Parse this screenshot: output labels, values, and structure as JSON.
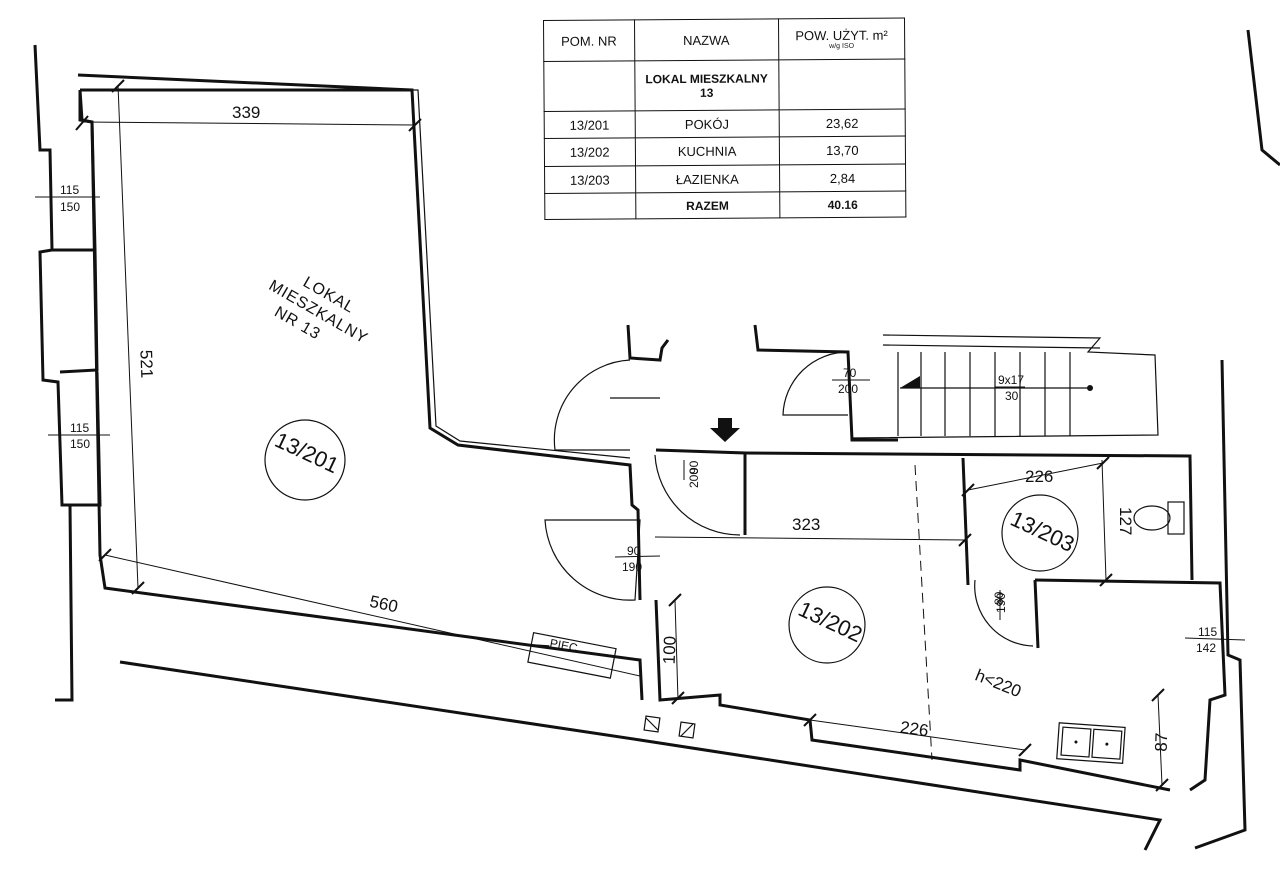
{
  "table": {
    "headers": {
      "number": "POM. NR",
      "name": "NAZWA",
      "area": "POW. UŻYT. m²",
      "area_note": "w/g ISO"
    },
    "unit_title_line1": "LOKAL MIESZKALNY",
    "unit_title_line2": "13",
    "rows": [
      {
        "number": "13/201",
        "name": "POKÓJ",
        "area": "23,62"
      },
      {
        "number": "13/202",
        "name": "KUCHNIA",
        "area": "13,70"
      },
      {
        "number": "13/203",
        "name": "ŁAZIENKA",
        "area": "2,84"
      }
    ],
    "total_label": "RAZEM",
    "total_value": "40.16"
  },
  "plan": {
    "unit_label": [
      "LOKAL",
      "MIESZKALNY",
      "NR 13"
    ],
    "rooms": {
      "pokoj": "13/201",
      "kuchnia": "13/202",
      "lazienka": "13/203"
    },
    "dims": {
      "pokoj_width": "339",
      "pokoj_height": "521",
      "pokoj_bottom": "560",
      "kuchnia_width": "323",
      "kuchnia_depth": "100",
      "kuchnia_bottom": "226",
      "lazienka_width": "226",
      "lazienka_depth": "127",
      "sink_depth": "87",
      "ceiling": "h<220"
    },
    "openings": {
      "win1_top": "115",
      "win1_bot": "150",
      "win2_top": "115",
      "win2_bot": "150",
      "win3_top": "115",
      "win3_bot": "142",
      "door_entry_top": "90",
      "door_entry_bot": "200",
      "door_stair_top": "70",
      "door_stair_bot": "200",
      "door_room_top": "90",
      "door_room_bot": "190",
      "door_bath_top": "80",
      "door_bath_bot": "190",
      "stairs_top": "9x17",
      "stairs_bot": "30"
    },
    "stove_label": "PIEC"
  }
}
